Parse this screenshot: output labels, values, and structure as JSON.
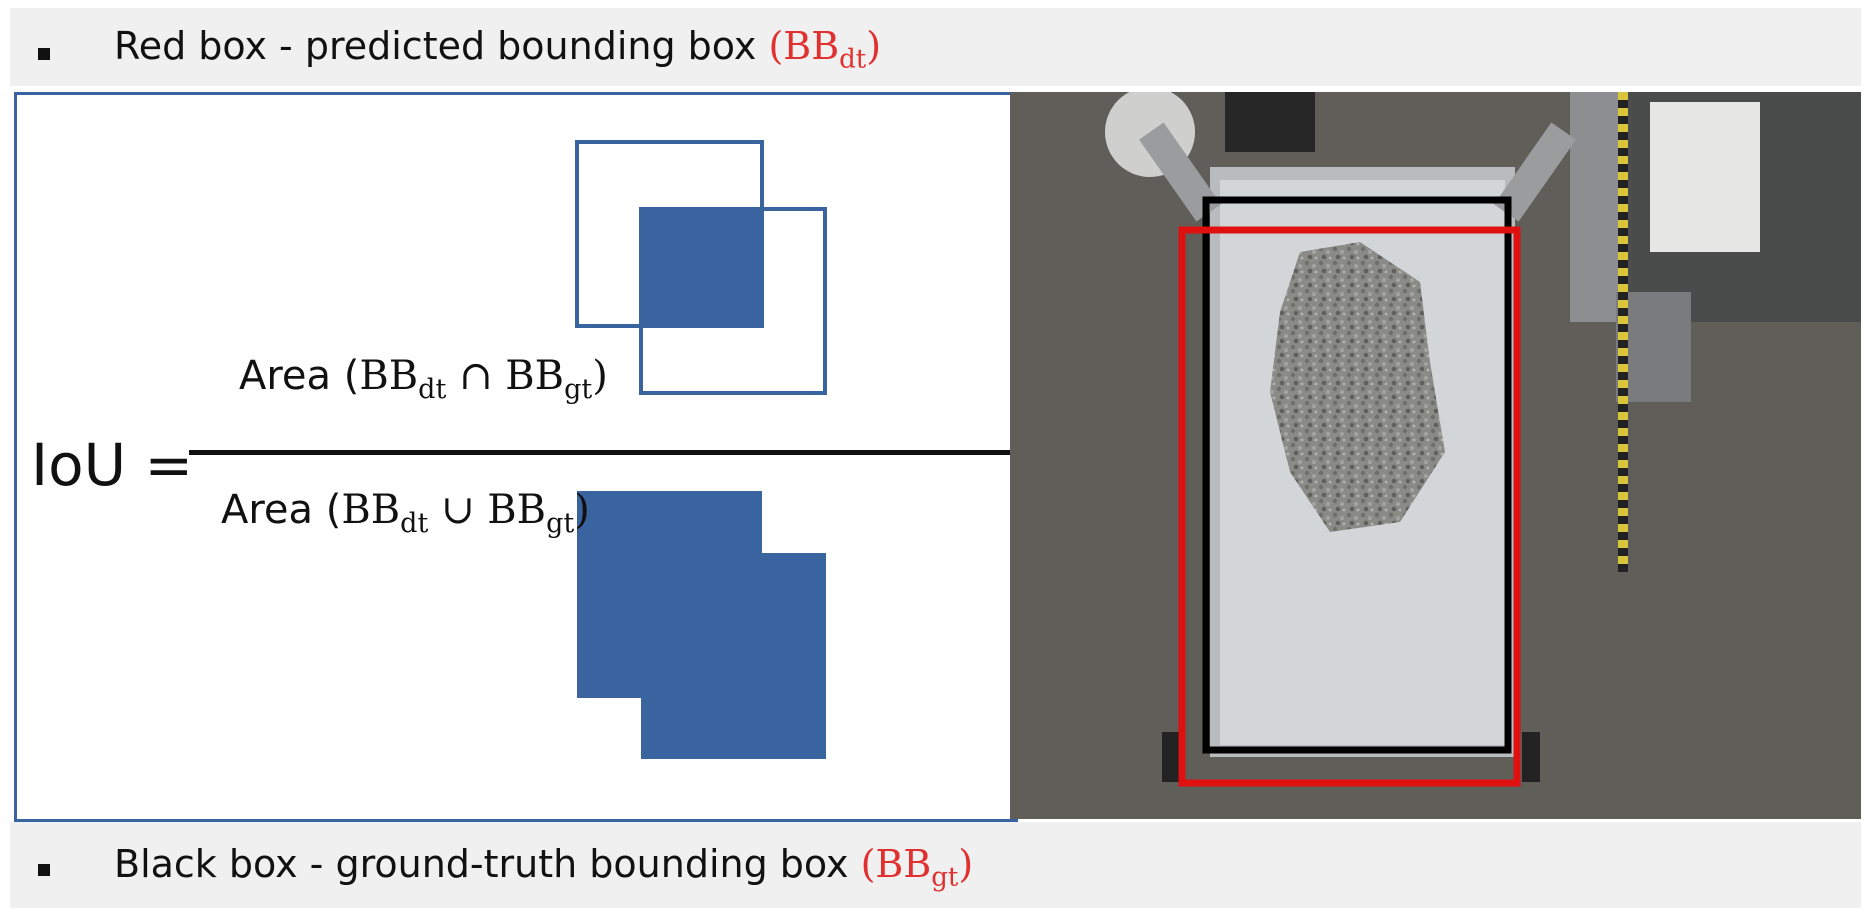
{
  "top_caption": {
    "text": "Red box - predicted bounding box",
    "symbol": "BB",
    "subscript": "dt"
  },
  "bottom_caption": {
    "text": "Black box - ground-truth bounding box",
    "symbol": "BB",
    "subscript": "gt"
  },
  "formula": {
    "lhs": "IoU =",
    "numerator": {
      "prefix": "Area (",
      "a": "BB",
      "a_sub": "dt",
      "op": "∩",
      "b": "BB",
      "b_sub": "gt",
      "suffix": ")"
    },
    "denominator": {
      "prefix": "Area (",
      "a": "BB",
      "a_sub": "dt",
      "op": "∪",
      "b": "BB",
      "b_sub": "gt",
      "suffix": ")"
    }
  },
  "colors": {
    "accent_blue": "#3a64a0",
    "predicted_box": "#e01010",
    "ground_truth_box": "#000000",
    "symbol_red": "#e03030"
  }
}
